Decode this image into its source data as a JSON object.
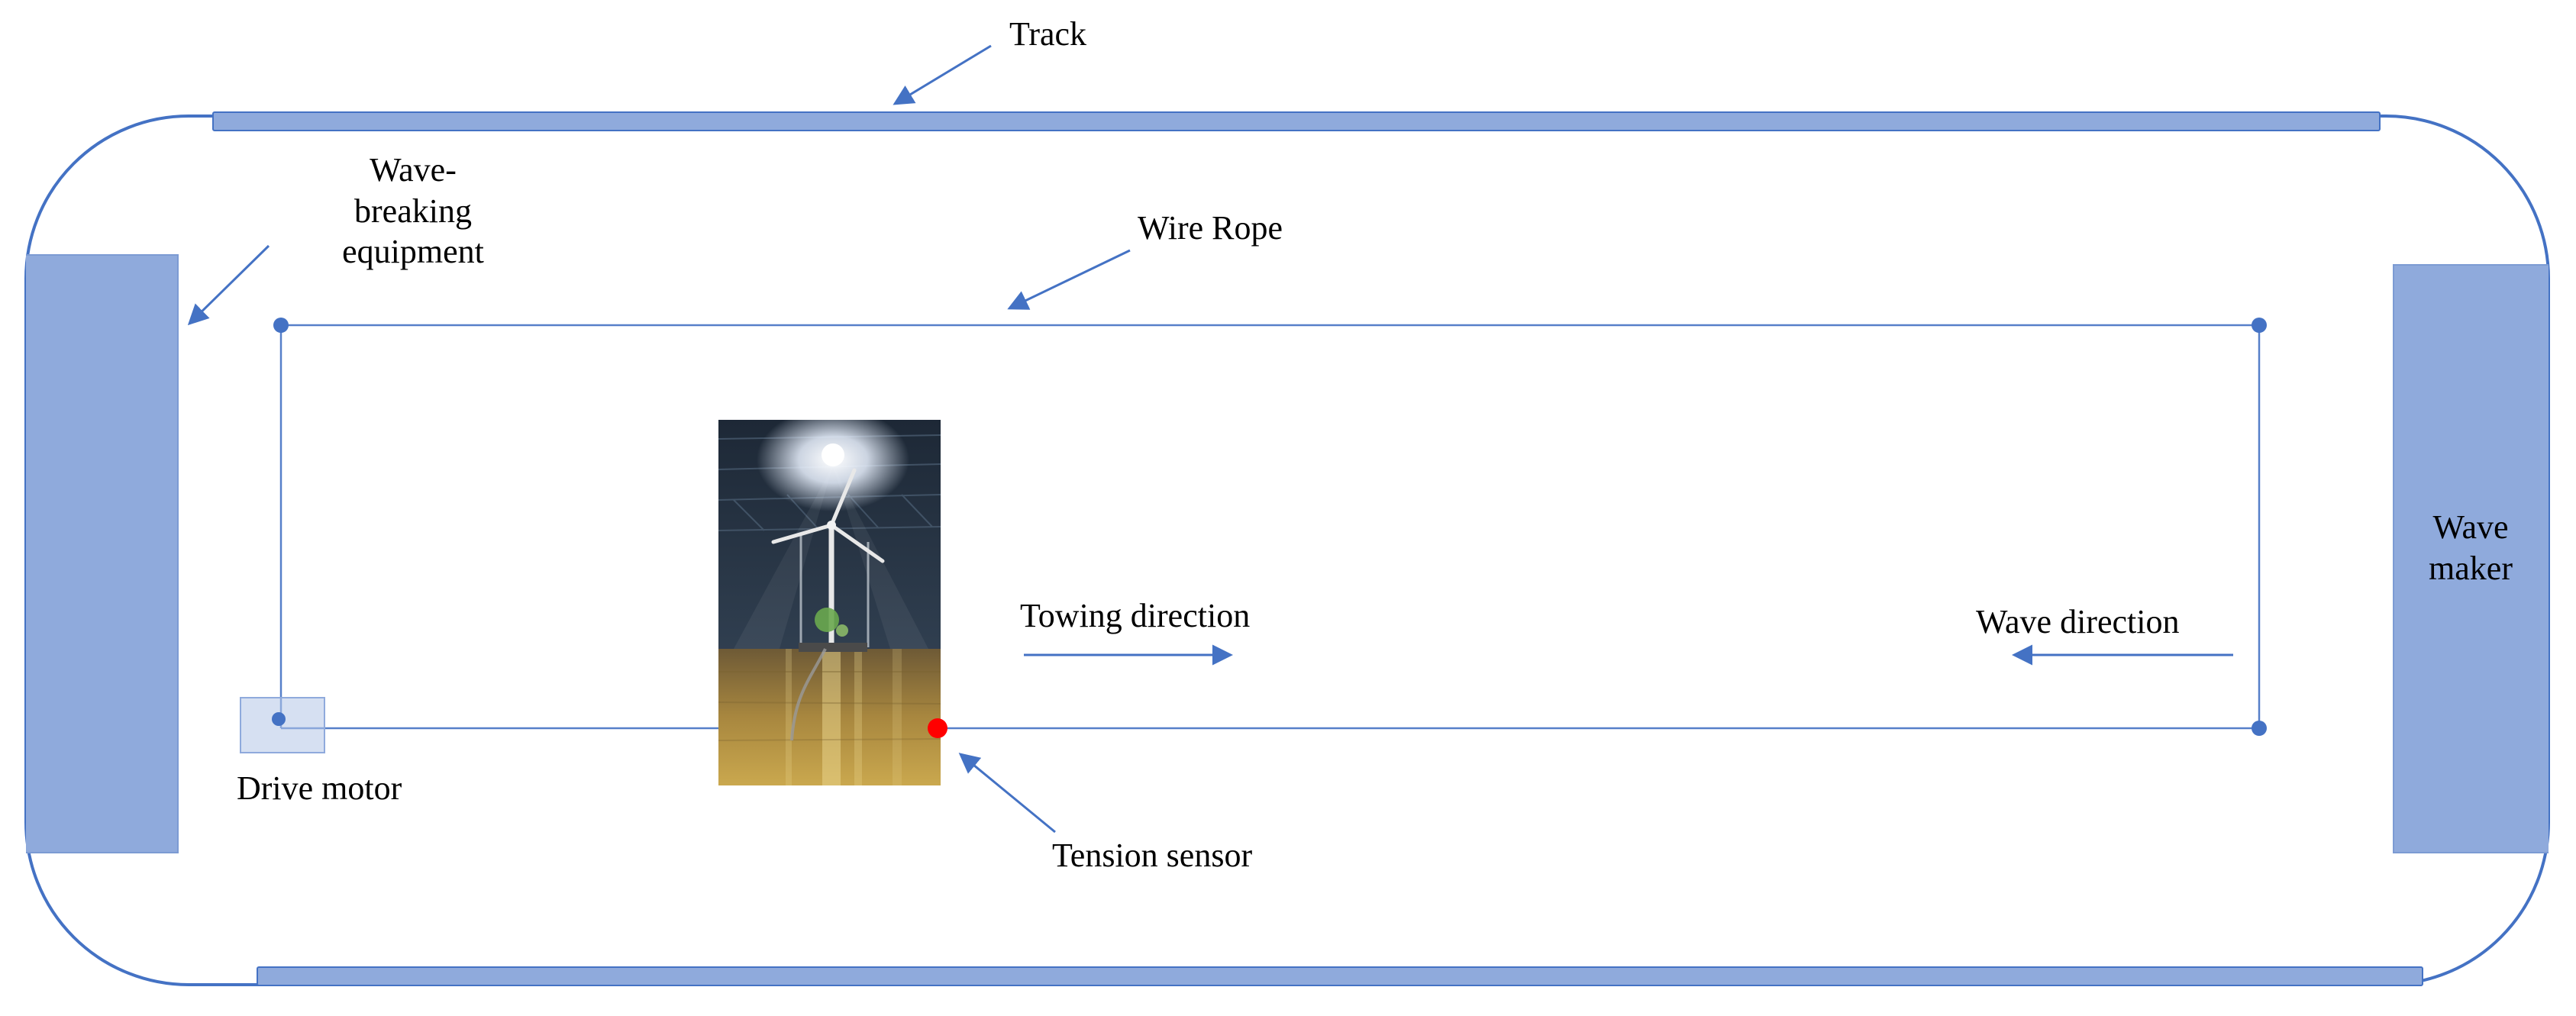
{
  "labels": {
    "track": "Track",
    "wave_breaking": "Wave-\nbreaking\nequipment",
    "wire_rope": "Wire Rope",
    "towing_direction": "Towing direction",
    "wave_direction": "Wave direction",
    "wave_maker": "Wave\nmaker",
    "drive_motor": "Drive motor",
    "tension_sensor": "Tension sensor"
  },
  "colors": {
    "accent_blue": "#4472C4",
    "fill_blue": "#8FAADC",
    "fill_blue_light": "#B4C7E7",
    "wire_blue": "#4472C4",
    "sensor_red": "#FF0000",
    "text": "#000000"
  }
}
